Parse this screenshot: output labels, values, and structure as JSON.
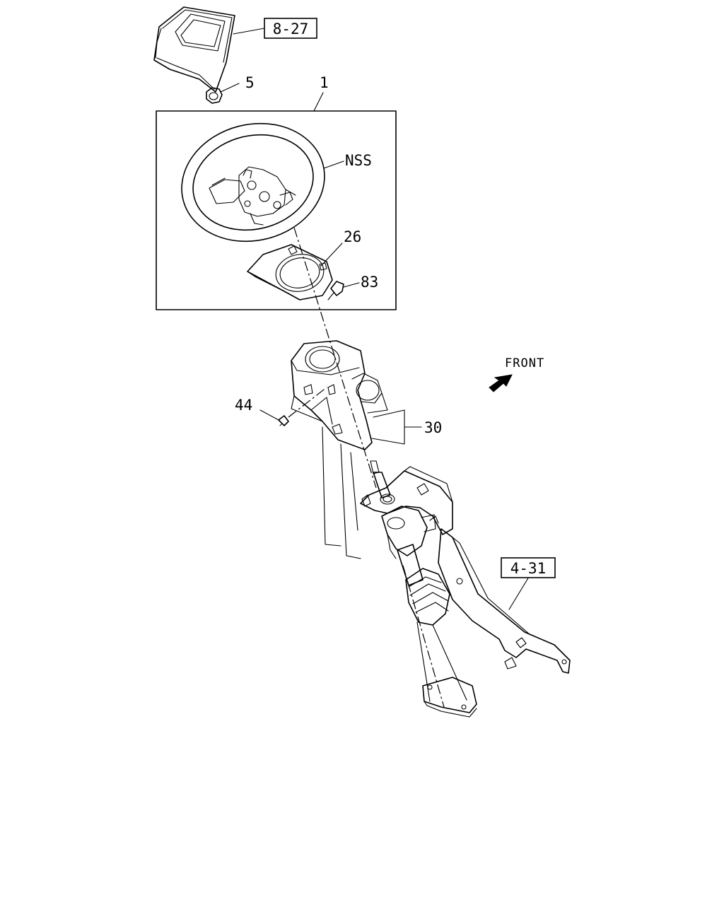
{
  "diagram": {
    "refs": {
      "cover_ref": "8-27",
      "column_ref": "4-31"
    },
    "callouts": {
      "nut": "5",
      "wheel_assembly": "1",
      "wheel": "NSS",
      "lower_cover": "26",
      "screw": "83",
      "screw_cover": "44",
      "column_cover": "30"
    },
    "direction": {
      "label": "FRONT"
    }
  }
}
